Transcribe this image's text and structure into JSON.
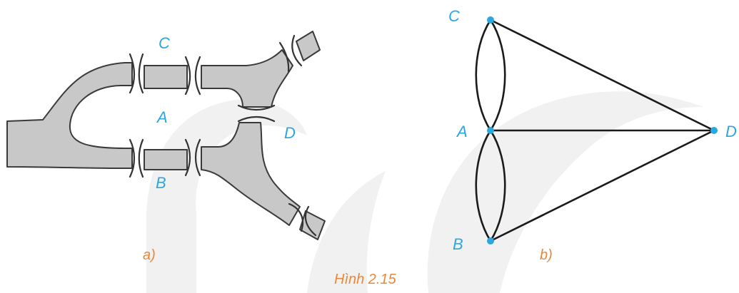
{
  "panel_a": {
    "label": "a)",
    "nodes": {
      "A": "A",
      "B": "B",
      "C": "C",
      "D": "D"
    }
  },
  "panel_b": {
    "label": "b)",
    "nodes": {
      "A": "A",
      "B": "B",
      "C": "C",
      "D": "D"
    },
    "edges": [
      [
        "A",
        "C"
      ],
      [
        "A",
        "C"
      ],
      [
        "A",
        "B"
      ],
      [
        "A",
        "B"
      ],
      [
        "A",
        "D"
      ],
      [
        "C",
        "D"
      ],
      [
        "B",
        "D"
      ]
    ]
  },
  "caption": "Hình 2.15",
  "colors": {
    "label_blue": "#2aa7df",
    "caption_orange": "#e8883a",
    "river_gray": "#c8c8c8",
    "vertex": "#2aa7df"
  }
}
